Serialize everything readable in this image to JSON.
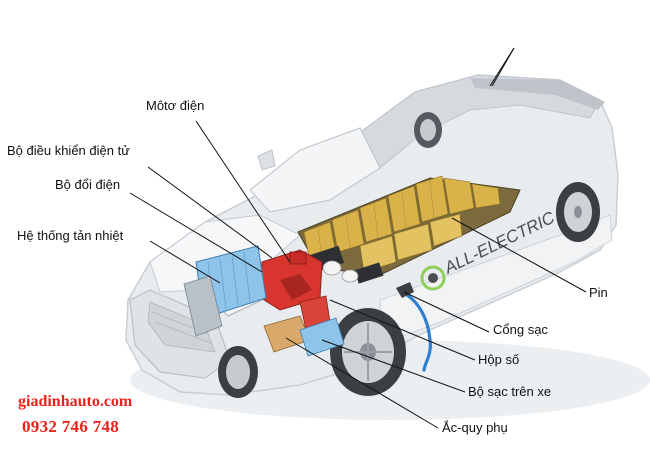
{
  "labels": {
    "motor": "Môtơ điện",
    "controller": "Bộ điều khiển điện tử",
    "inverter": "Bộ đổi điện",
    "cooling": "Hệ thống tản nhiệt",
    "battery": "Pin",
    "charge_port": "Cổng sạc",
    "gearbox": "Hộp số",
    "onboard_charger": "Bộ sạc trên xe",
    "aux_battery": "Ắc-quy phụ",
    "car_side_text": "ALL-ELECTRIC"
  },
  "brand": {
    "site": "giadinhauto.com",
    "phone": "0932 746 748"
  },
  "colors": {
    "brand_red": "#e8231d",
    "battery_gold": "#d9b24a",
    "cooling_blue": "#8ec4ea",
    "motor_red": "#d8352f",
    "car_body": "#e9ecef",
    "charge_cable": "#2f7fd0"
  }
}
